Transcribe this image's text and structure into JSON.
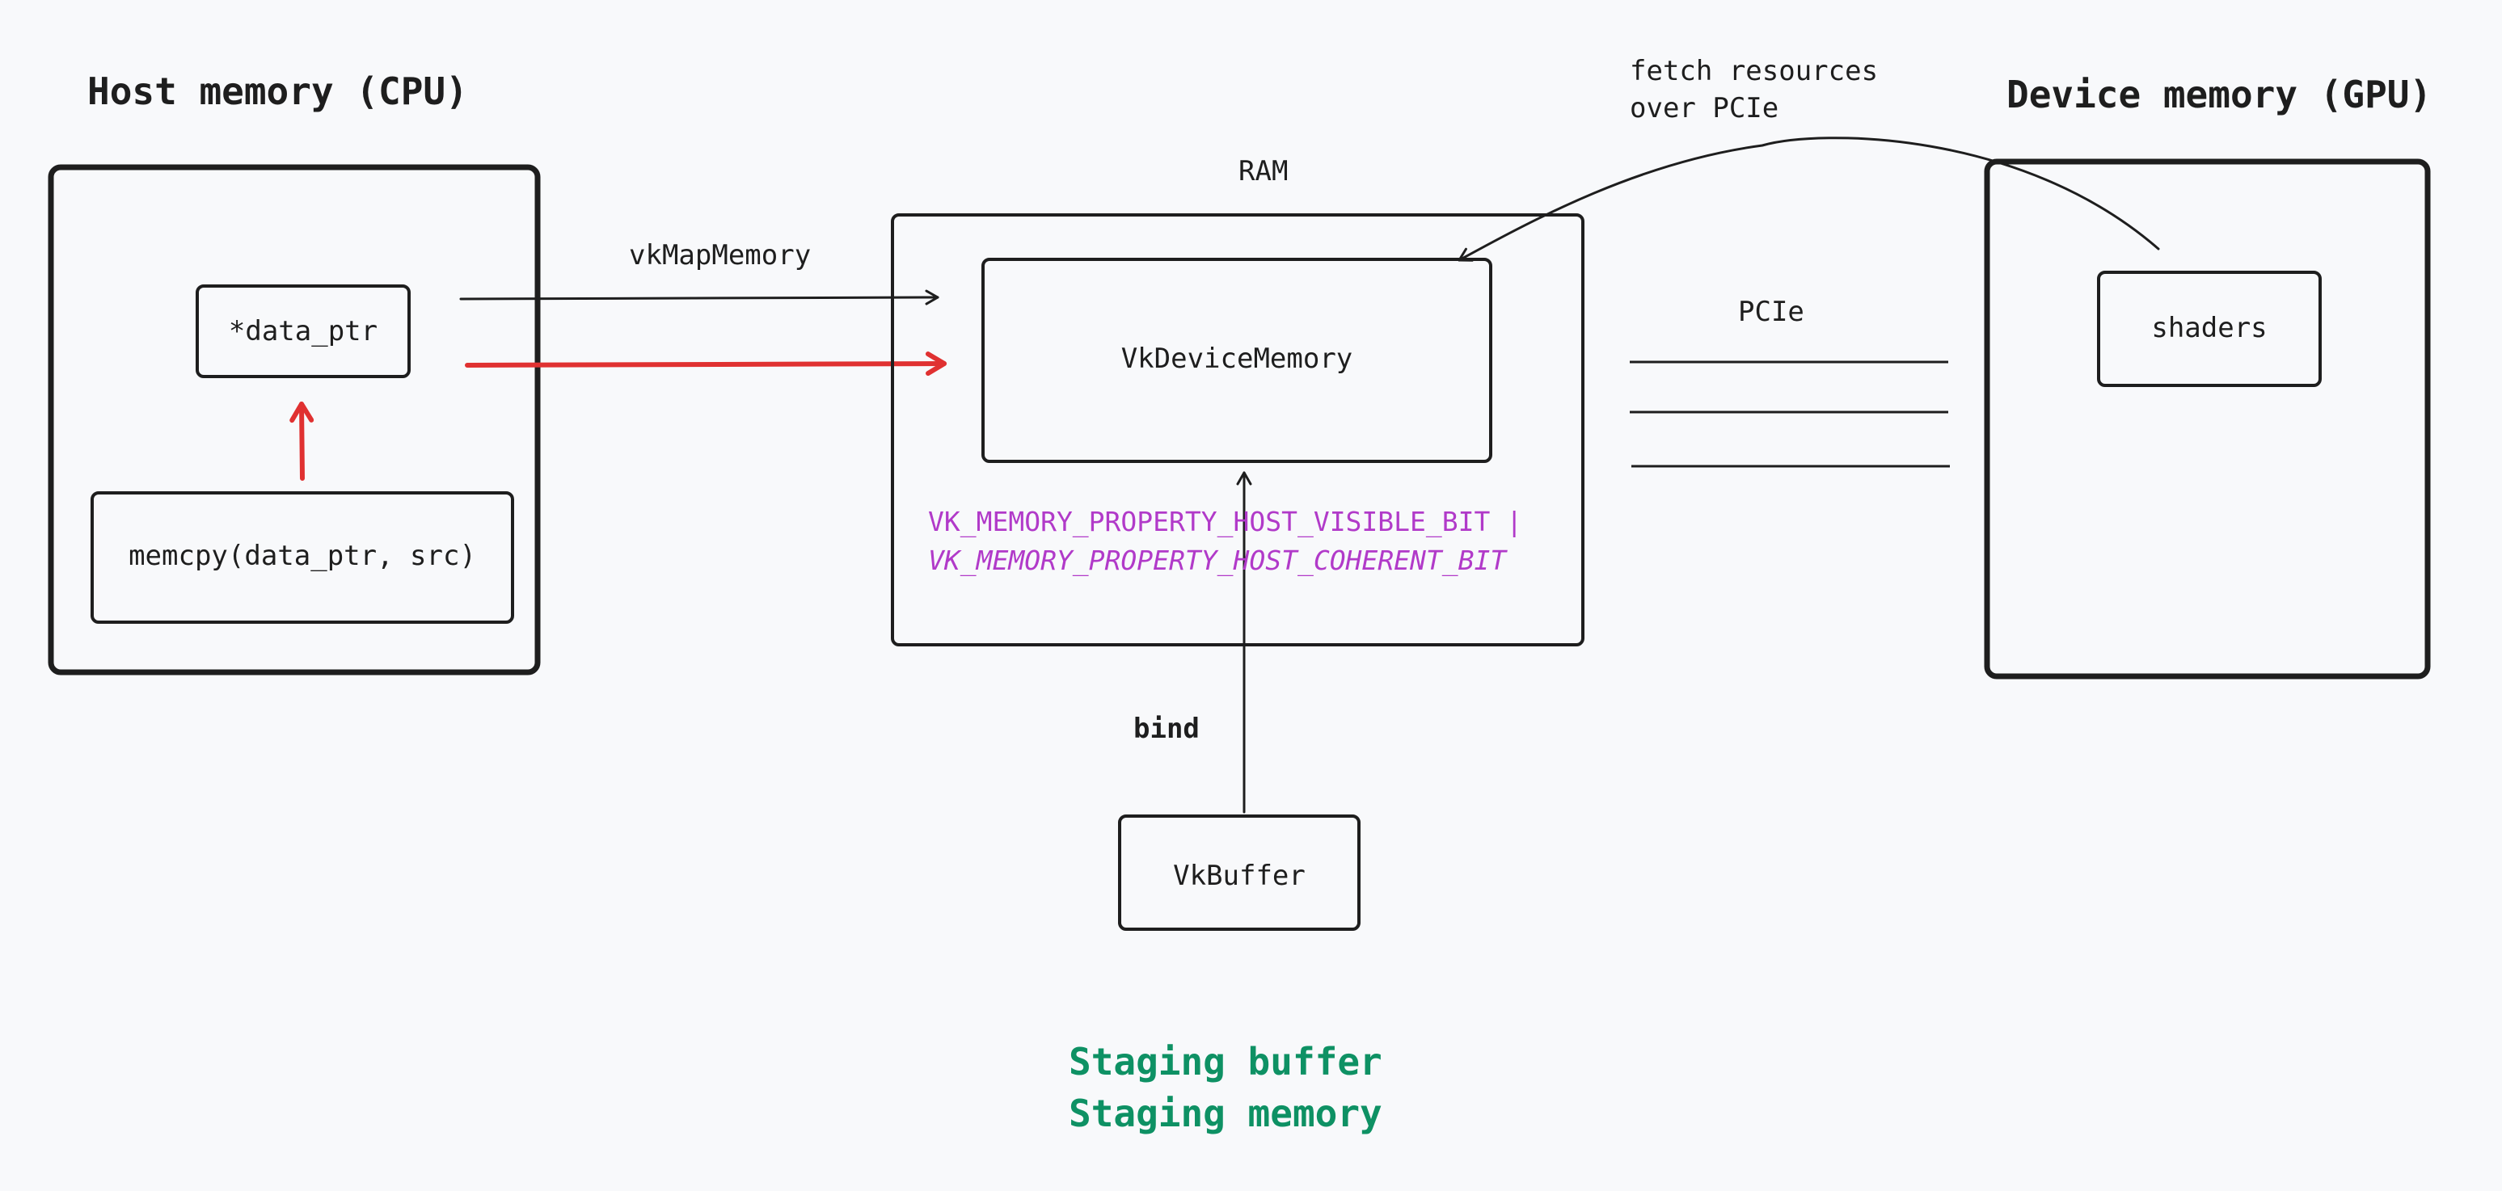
{
  "host": {
    "title": "Host memory (CPU)",
    "data_ptr_label": "*data_ptr",
    "memcpy_label": "memcpy(data_ptr, src)"
  },
  "ram": {
    "title": "RAM",
    "device_memory_label": "VkDeviceMemory",
    "flags_line1": "VK_MEMORY_PROPERTY_HOST_VISIBLE_BIT |",
    "flags_line2": "VK_MEMORY_PROPERTY_HOST_COHERENT_BIT"
  },
  "device": {
    "title": "Device memory (GPU)",
    "shaders_label": "shaders"
  },
  "edges": {
    "map_memory_label": "vkMapMemory",
    "pcie_label": "PCIe",
    "fetch_label_line1": "fetch resources",
    "fetch_label_line2": "over PCIe",
    "bind_label": "bind"
  },
  "buffer": {
    "label": "VkBuffer"
  },
  "caption": {
    "line1": "Staging buffer",
    "line2": "Staging memory"
  },
  "colors": {
    "stroke": "#1e1e1e",
    "highlight_arrow": "#e03131",
    "flags_text": "#b13ac9",
    "caption_text": "#0e9164",
    "background": "#f8f9fb"
  }
}
